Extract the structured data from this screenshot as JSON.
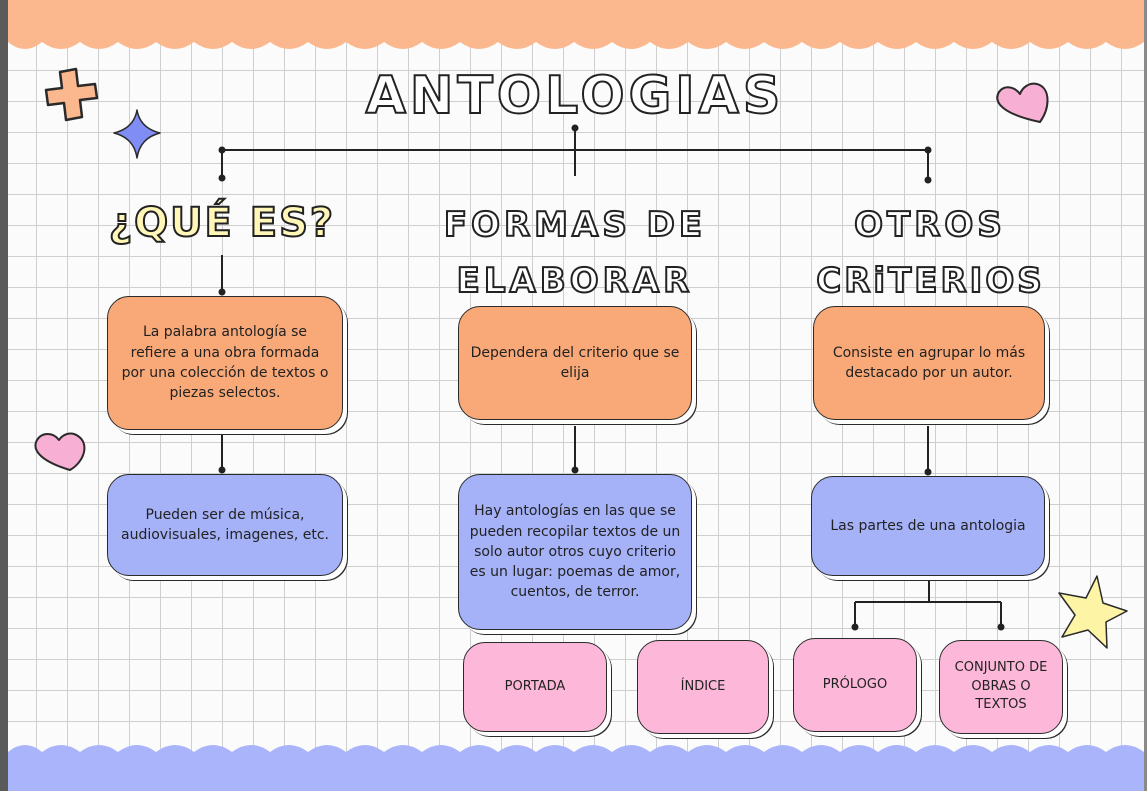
{
  "title": "ANTOLOGIAS",
  "columns": [
    {
      "heading_lines": [
        "¿QUÉ ES?"
      ],
      "top_box": "La palabra antología se refiere a una obra formada por una colección de textos o piezas selectos.",
      "bottom_box": "Pueden ser de música, audiovisuales, imagenes, etc."
    },
    {
      "heading_lines": [
        "FORMAS DE",
        "ELABORAR"
      ],
      "top_box": "Dependera del criterio que se elija",
      "bottom_box": "Hay antologías en las que se pueden recopilar textos de un solo autor otros cuyo criterio es un lugar: poemas de amor, cuentos, de terror."
    },
    {
      "heading_lines": [
        "OTROS",
        "CRiTERIOS"
      ],
      "top_box": "Consiste en agrupar lo más destacado por un autor.",
      "bottom_box": "Las partes de una antologia"
    }
  ],
  "parts": [
    "PORTADA",
    "ÍNDICE",
    "PRÓLOGO",
    "CONJUNTO DE OBRAS O TEXTOS"
  ],
  "colors": {
    "orange_box": "#f9a978",
    "blue_box": "#a5b2f8",
    "pink_box": "#fdb8d9",
    "top_wave": "#fbb88e",
    "bottom_wave": "#a9b4fb",
    "heading_yellow": "#fff6b8"
  },
  "decorations": [
    "plus-icon",
    "sparkle-star-icon",
    "heart-icon",
    "heart-icon",
    "star-icon"
  ]
}
